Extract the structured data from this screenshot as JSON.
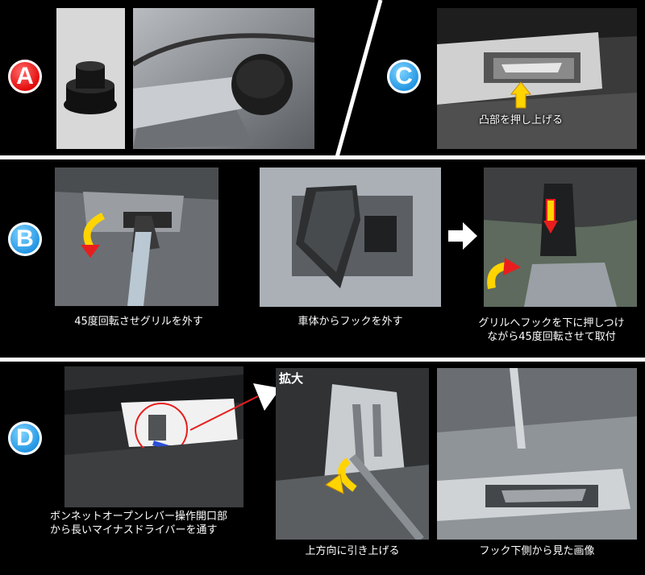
{
  "badges": {
    "a": "A",
    "b": "B",
    "c": "C",
    "d": "D"
  },
  "captions": {
    "c_overlay": "凸部を押し上げる",
    "b1": "45度回転させグリルを外す",
    "b2": "車体からフックを外す",
    "b3_line1": "グリルへフックを下に押しつけ",
    "b3_line2": "ながら45度回転させて取付",
    "d1_line1": "ボンネットオープンレバー操作開口部",
    "d1_line2": "から長いマイナスドライバーを通す",
    "d2_tag": "拡大",
    "d2": "上方向に引き上げる",
    "d3": "フック下側から見た画像"
  },
  "colors": {
    "badge_red": "#e00000",
    "badge_blue": "#1a8fe0",
    "arrow_yellow": "#ffd400",
    "arrow_red": "#e81e1e"
  }
}
